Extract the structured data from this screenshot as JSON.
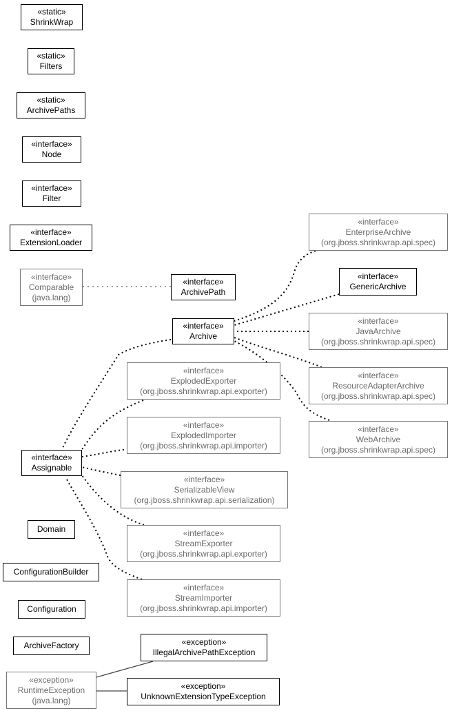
{
  "colors": {
    "local_border": "#000000",
    "external_border": "#777777",
    "external_text": "#6b6b6b"
  },
  "classes": [
    {
      "id": "shrinkwrap",
      "stereotype": "«static»",
      "name": "ShrinkWrap",
      "package": "",
      "external": false
    },
    {
      "id": "filters",
      "stereotype": "«static»",
      "name": "Filters",
      "package": "",
      "external": false
    },
    {
      "id": "archivepaths",
      "stereotype": "«static»",
      "name": "ArchivePaths",
      "package": "",
      "external": false
    },
    {
      "id": "node",
      "stereotype": "«interface»",
      "name": "Node",
      "package": "",
      "external": false
    },
    {
      "id": "filter",
      "stereotype": "«interface»",
      "name": "Filter",
      "package": "",
      "external": false
    },
    {
      "id": "extensionloader",
      "stereotype": "«interface»",
      "name": "ExtensionLoader",
      "package": "",
      "external": false
    },
    {
      "id": "comparable",
      "stereotype": "«interface»",
      "name": "Comparable",
      "package": "(java.lang)",
      "external": true
    },
    {
      "id": "archivepath",
      "stereotype": "«interface»",
      "name": "ArchivePath",
      "package": "",
      "external": false
    },
    {
      "id": "archive",
      "stereotype": "«interface»",
      "name": "Archive",
      "package": "",
      "external": false
    },
    {
      "id": "enterprisearchive",
      "stereotype": "«interface»",
      "name": "EnterpriseArchive",
      "package": "(org.jboss.shrinkwrap.api.spec)",
      "external": true
    },
    {
      "id": "genericarchive",
      "stereotype": "«interface»",
      "name": "GenericArchive",
      "package": "",
      "external": false
    },
    {
      "id": "javaarchive",
      "stereotype": "«interface»",
      "name": "JavaArchive",
      "package": "(org.jboss.shrinkwrap.api.spec)",
      "external": true
    },
    {
      "id": "resourceadapterarchive",
      "stereotype": "«interface»",
      "name": "ResourceAdapterArchive",
      "package": "(org.jboss.shrinkwrap.api.spec)",
      "external": true
    },
    {
      "id": "webarchive",
      "stereotype": "«interface»",
      "name": "WebArchive",
      "package": "(org.jboss.shrinkwrap.api.spec)",
      "external": true
    },
    {
      "id": "explodedexporter",
      "stereotype": "«interface»",
      "name": "ExplodedExporter",
      "package": "(org.jboss.shrinkwrap.api.exporter)",
      "external": true
    },
    {
      "id": "explodedimporter",
      "stereotype": "«interface»",
      "name": "ExplodedImporter",
      "package": "(org.jboss.shrinkwrap.api.importer)",
      "external": true
    },
    {
      "id": "assignable",
      "stereotype": "«interface»",
      "name": "Assignable",
      "package": "",
      "external": false
    },
    {
      "id": "serializableview",
      "stereotype": "«interface»",
      "name": "SerializableView",
      "package": "(org.jboss.shrinkwrap.api.serialization)",
      "external": true
    },
    {
      "id": "streamexporter",
      "stereotype": "«interface»",
      "name": "StreamExporter",
      "package": "(org.jboss.shrinkwrap.api.exporter)",
      "external": true
    },
    {
      "id": "streamimporter",
      "stereotype": "«interface»",
      "name": "StreamImporter",
      "package": "(org.jboss.shrinkwrap.api.importer)",
      "external": true
    },
    {
      "id": "domain",
      "stereotype": "",
      "name": "Domain",
      "package": "",
      "external": false
    },
    {
      "id": "configurationbuilder",
      "stereotype": "",
      "name": "ConfigurationBuilder",
      "package": "",
      "external": false
    },
    {
      "id": "configuration",
      "stereotype": "",
      "name": "Configuration",
      "package": "",
      "external": false
    },
    {
      "id": "archivefactory",
      "stereotype": "",
      "name": "ArchiveFactory",
      "package": "",
      "external": false
    },
    {
      "id": "illegalarchivepathexception",
      "stereotype": "«exception»",
      "name": "IllegalArchivePathException",
      "package": "",
      "external": false
    },
    {
      "id": "runtimeexception",
      "stereotype": "«exception»",
      "name": "RuntimeException",
      "package": "(java.lang)",
      "external": true
    },
    {
      "id": "unknownextensiontypeexception",
      "stereotype": "«exception»",
      "name": "UnknownExtensionTypeException",
      "package": "",
      "external": false
    }
  ],
  "relations": [
    {
      "from": "archivepath",
      "to": "comparable",
      "kind": "implements"
    },
    {
      "from": "archive",
      "to": "assignable",
      "kind": "extends"
    },
    {
      "from": "enterprisearchive",
      "to": "archive",
      "kind": "extends"
    },
    {
      "from": "genericarchive",
      "to": "archive",
      "kind": "extends"
    },
    {
      "from": "javaarchive",
      "to": "archive",
      "kind": "extends"
    },
    {
      "from": "resourceadapterarchive",
      "to": "archive",
      "kind": "extends"
    },
    {
      "from": "webarchive",
      "to": "archive",
      "kind": "extends"
    },
    {
      "from": "explodedexporter",
      "to": "assignable",
      "kind": "extends"
    },
    {
      "from": "explodedimporter",
      "to": "assignable",
      "kind": "extends"
    },
    {
      "from": "serializableview",
      "to": "assignable",
      "kind": "extends"
    },
    {
      "from": "streamexporter",
      "to": "assignable",
      "kind": "extends"
    },
    {
      "from": "streamimporter",
      "to": "assignable",
      "kind": "extends"
    },
    {
      "from": "illegalarchivepathexception",
      "to": "runtimeexception",
      "kind": "inherits"
    },
    {
      "from": "unknownextensiontypeexception",
      "to": "runtimeexception",
      "kind": "inherits"
    }
  ]
}
